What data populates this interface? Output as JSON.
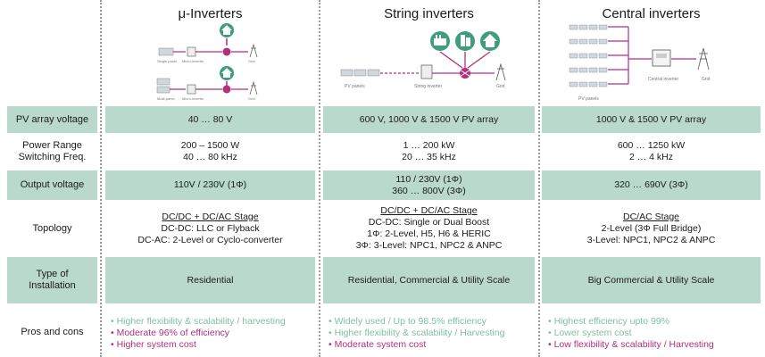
{
  "columns": [
    {
      "title": "μ-Inverters"
    },
    {
      "title": "String inverters"
    },
    {
      "title": "Central inverters"
    }
  ],
  "diagrams": {
    "micro": {
      "top_labels": [
        "Single panel",
        "Micro-inverter",
        "Grid"
      ],
      "bottom_labels": [
        "Multi-panel",
        "Micro-inverter",
        "Grid"
      ]
    },
    "string": {
      "labels": [
        "PV panels",
        "String inverter",
        "Grid"
      ]
    },
    "central": {
      "labels": [
        "PV panels",
        "Central inverter",
        "Grid"
      ]
    }
  },
  "rows": {
    "pv": {
      "label": "PV array voltage",
      "micro": "40 … 80 V",
      "string": "600 V, 1000 V & 1500 V PV array",
      "central": "1000 V & 1500 V PV array"
    },
    "power": {
      "label1": "Power Range",
      "label2": "Switching Freq.",
      "micro1": "200 – 1500 W",
      "micro2": "40 … 80 kHz",
      "string1": "1 … 200 kW",
      "string2": "20 … 35 kHz",
      "central1": "600 … 1250 kW",
      "central2": "2 … 4 kHz"
    },
    "output": {
      "label": "Output voltage",
      "micro": "110V / 230V (1Φ)",
      "string1": "110 / 230V (1Φ)",
      "string2": "360 … 800V (3Φ)",
      "central": "320 … 690V (3Φ)"
    },
    "topology": {
      "label": "Topology",
      "micro": [
        "DC/DC + DC/AC Stage",
        "DC-DC: LLC or Flyback",
        "DC-AC: 2-Level or Cyclo-converter"
      ],
      "string": [
        "DC/DC + DC/AC Stage",
        "DC-DC: Single or Dual Boost",
        "1Φ: 2-Level, H5, H6 & HERIC",
        "3Φ: 3-Level: NPC1, NPC2 & ANPC"
      ],
      "central": [
        "DC/AC Stage",
        "2-Level (3Φ Full Bridge)",
        "3-Level: NPC1, NPC2 & ANPC"
      ]
    },
    "install": {
      "label1": "Type of",
      "label2": "Installation",
      "micro": "Residential",
      "string": "Residential, Commercial & Utility Scale",
      "central": "Big Commercial & Utility Scale"
    },
    "pros": {
      "label": "Pros and cons",
      "micro": [
        "Higher flexibility & scalability / harvesting",
        "Moderate 96% of efficiency",
        "Higher system cost"
      ],
      "string": [
        "Widely used / Up to 98.5% efficiency",
        "Higher flexibility & scalability / Harvesting",
        "Moderate system cost"
      ],
      "central": [
        "Highest efficiency upto 99%",
        "Lower system cost",
        "Low flexibility & scalability / Harvesting"
      ]
    }
  },
  "colors": {
    "band": "#b9d9cd",
    "green_text": "#7fbfa3",
    "magenta": "#b0307a",
    "icon_green": "#3f9d7d"
  }
}
